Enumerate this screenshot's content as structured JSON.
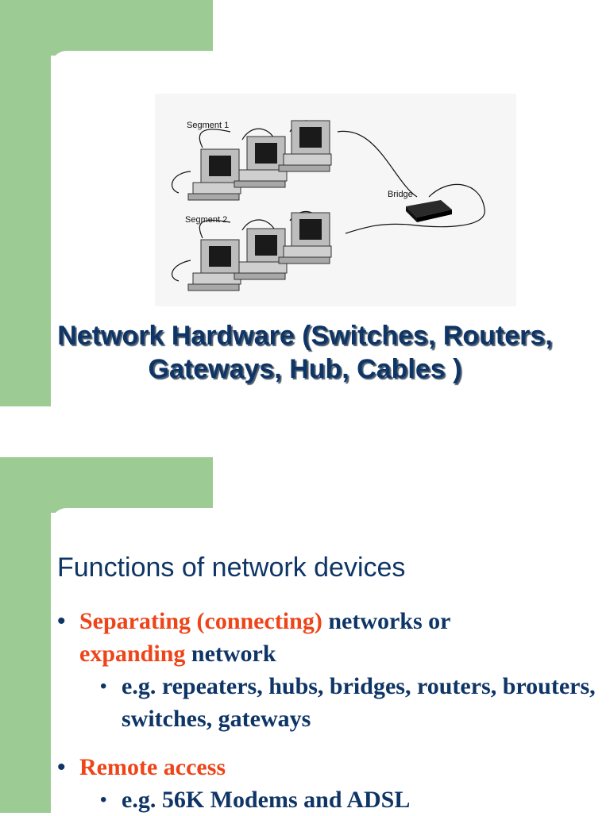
{
  "colors": {
    "green": "#9ccb94",
    "navy": "#0e3566",
    "accent": "#ef4318"
  },
  "slide1": {
    "number": "1",
    "title_line1": "Network Hardware (Switches, Routers,",
    "title_line2": "Gateways, Hub, Cables )",
    "diagram": {
      "segment1_label": "Segment 1",
      "segment2_label": "Segment 2",
      "bridge_label": "Bridge"
    }
  },
  "slide2": {
    "title": "Functions of network devices",
    "bullets": [
      {
        "accent_a": "Separating (connecting)",
        "text_a": " networks or",
        "accent_b": "expanding",
        "text_b": " network",
        "sub": "e.g. repeaters, hubs, bridges, routers, brouters, switches, gateways"
      },
      {
        "accent_a": "Remote access",
        "sub": "e.g. 56K Modems and ADSL"
      }
    ]
  }
}
